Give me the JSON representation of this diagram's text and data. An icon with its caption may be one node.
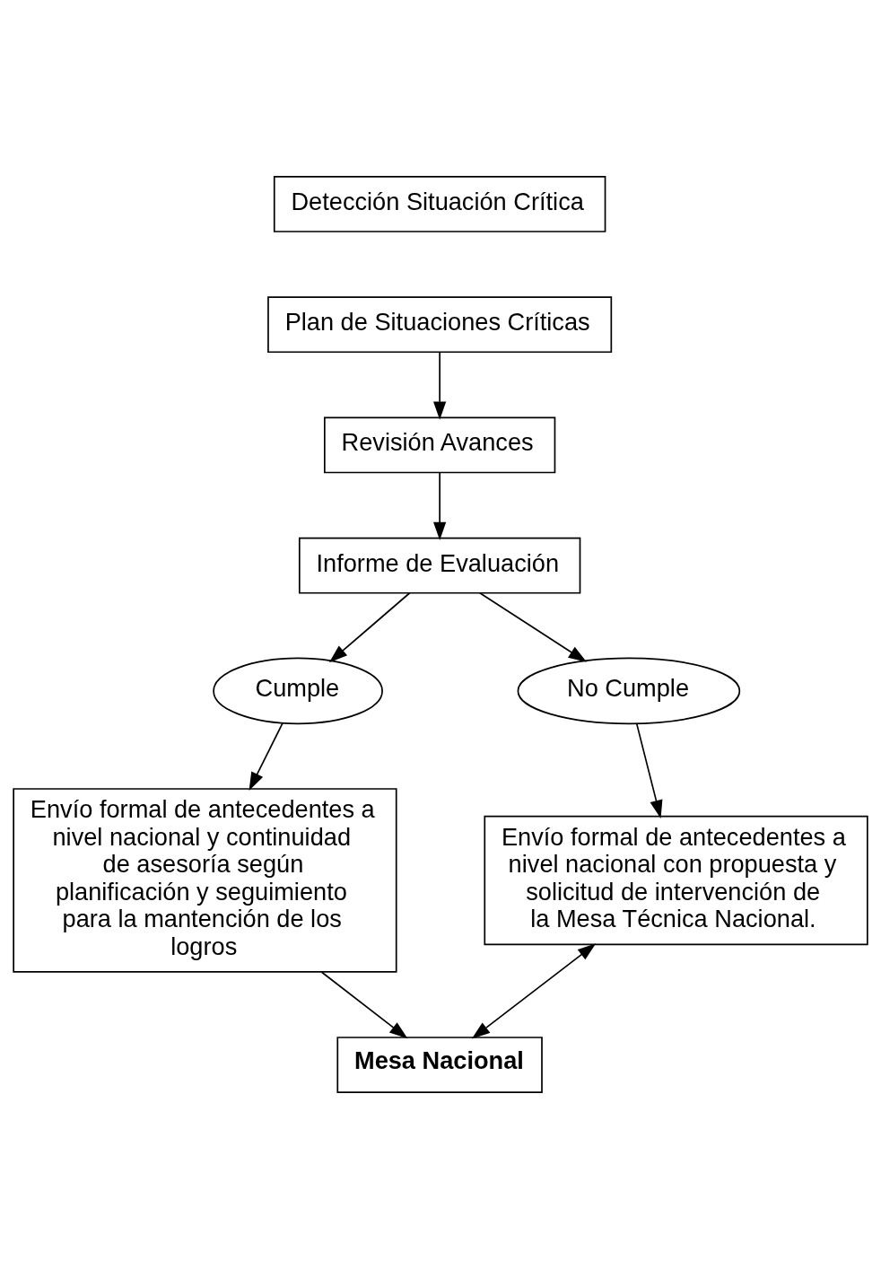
{
  "diagram": {
    "nodes": [
      {
        "text": [
          "Detección Situación Crítica"
        ]
      },
      {
        "text": [
          "Plan de Situaciones Críticas"
        ]
      },
      {
        "text": [
          "Revisión Avances"
        ]
      },
      {
        "text": [
          "Informe de Evaluación"
        ]
      },
      {
        "text": [
          "Cumple"
        ]
      },
      {
        "text": [
          "No Cumple"
        ]
      },
      {
        "text": [
          "Envío formal de antecedentes a nivel nacional y continuidad de asesoría según planificación y seguimiento para la mantención de los logros"
        ]
      },
      {
        "text": [
          "Envío formal de antecedentes a nivel nacional con propuesta y solicitud de intervención de la Mesa Técnica Nacional."
        ]
      },
      {
        "text": [
          "Mesa Nacional"
        ]
      }
    ],
    "edges": [
      {
        "from": 1,
        "to": 2,
        "arrow": "to"
      },
      {
        "from": 2,
        "to": 3,
        "arrow": "to"
      },
      {
        "from": 3,
        "to": 4,
        "arrow": "to"
      },
      {
        "from": 3,
        "to": 5,
        "arrow": "to"
      },
      {
        "from": 4,
        "to": 6,
        "arrow": "to"
      },
      {
        "from": 5,
        "to": 7,
        "arrow": "to"
      },
      {
        "from": 6,
        "to": 8,
        "arrow": "to"
      },
      {
        "from": 7,
        "to": 8,
        "arrow": "both"
      }
    ]
  }
}
